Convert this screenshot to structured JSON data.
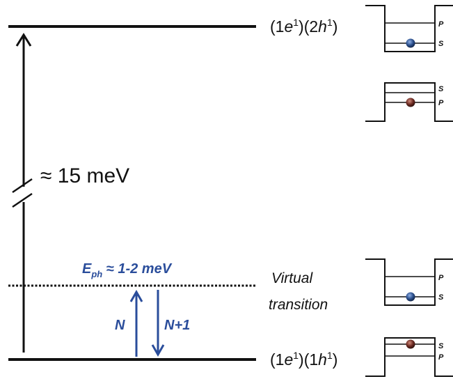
{
  "levels": {
    "upper": {
      "label_parts": [
        "(1",
        "e",
        "1",
        ")(2",
        "h",
        "1",
        ")"
      ]
    },
    "lower": {
      "label_parts": [
        "(1",
        "e",
        "1",
        ")(1",
        "h",
        "1",
        ")"
      ]
    }
  },
  "energy_gap": "≈ 15 meV",
  "phonon_energy": {
    "symbol": "E",
    "subscript": "ph",
    "value": " ≈ 1-2 meV"
  },
  "virtual_transition": {
    "line1": "Virtual",
    "line2": "transition"
  },
  "arrows": {
    "absorb": "N",
    "emit": "N+1"
  },
  "wells": [
    {
      "top_label": "P",
      "bottom_label": "S",
      "dot_color": "#2b4f8c"
    },
    {
      "top_label": "S",
      "bottom_label": "P",
      "dot_color": "#6b2a22"
    },
    {
      "top_label": "P",
      "bottom_label": "S",
      "dot_color": "#2b4f8c"
    },
    {
      "top_label": "S",
      "bottom_label": "P",
      "dot_color": "#6b2a22"
    }
  ],
  "colors": {
    "accent": "#2a4d9b",
    "line": "#111111"
  }
}
